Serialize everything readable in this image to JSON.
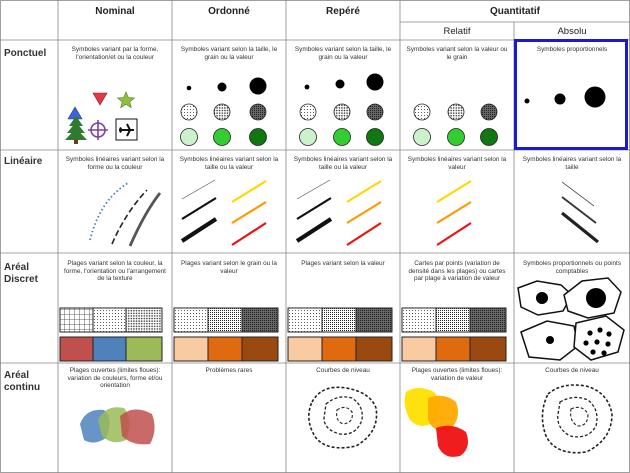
{
  "headers": {
    "nominal": "Nominal",
    "ordonne": "Ordonné",
    "repere": "Repéré",
    "quantitatif": "Quantitatif",
    "relatif": "Relatif",
    "absolu": "Absolu"
  },
  "rows": {
    "ponctuel": "Ponctuel",
    "lineaire": "Linéaire",
    "areal_discret_1": "Aréal",
    "areal_discret_2": "Discret",
    "areal_continu_1": "Aréal",
    "areal_continu_2": "continu"
  },
  "captions": {
    "p_nominal": "Symboles variant par la forme, l'orientation/et ou la couleur",
    "p_ordonne": "Symboles variant selon la taille, le grain ou la valeur",
    "p_repere": "Symboles variant selon la taille, le grain ou la valeur",
    "p_relatif": "Symboles variant selon la valeur ou le grain",
    "p_absolu": "Symboles proportionnels",
    "l_nominal": "Symboles linéaires variant selon la forme ou la couleur",
    "l_ordonne": "Symboles linéaires variant selon la taille ou la valeur",
    "l_repere": "Symboles linéaires variant selon la taille ou la valeur",
    "l_relatif": "Symboles linéaires variant selon la valeur",
    "l_absolu": "Symboles linéaires variant selon la taille",
    "d_nominal": "Plages variant selon la couleur, la forme, l'orientation ou l'arrangement de la texture",
    "d_ordonne": "Plages variant selon le grain ou la valeur",
    "d_repere": "Plages variant selon la valeur",
    "d_relatif": "Cartes par points (variation de densité dans les plages) ou cartes par plage à variation de valeur",
    "d_absolu": "Symboles proportionnels ou points comptables",
    "c_nominal": "Plages ouvertes (limites floues): variation de couleurs, forme et/ou orientation",
    "c_ordonne": "Problèmes rares",
    "c_repere": "Courbes de niveau",
    "c_relatif": "Plages ouvertes (limites floues): variation de valeur",
    "c_absolu": "Courbes de niveau"
  },
  "colors": {
    "highlight_border": "#1a1ad0",
    "green_light": "#ccf2cc",
    "green_mid": "#33cc33",
    "green_dark": "#117711",
    "orange_light": "#f8cba0",
    "orange_mid": "#e06a10",
    "orange_dark": "#9a4a10",
    "red_fill": "#c0504d",
    "blue_fill": "#4f81bd",
    "green_fill": "#9bbb59",
    "yellow_line": "#ffd800",
    "orange_line": "#ff9900",
    "red_line": "#ee1111"
  },
  "icons": [
    "triangle-up-icon",
    "triangle-down-icon",
    "star-icon",
    "tree-icon",
    "target-icon",
    "airplane-icon"
  ]
}
